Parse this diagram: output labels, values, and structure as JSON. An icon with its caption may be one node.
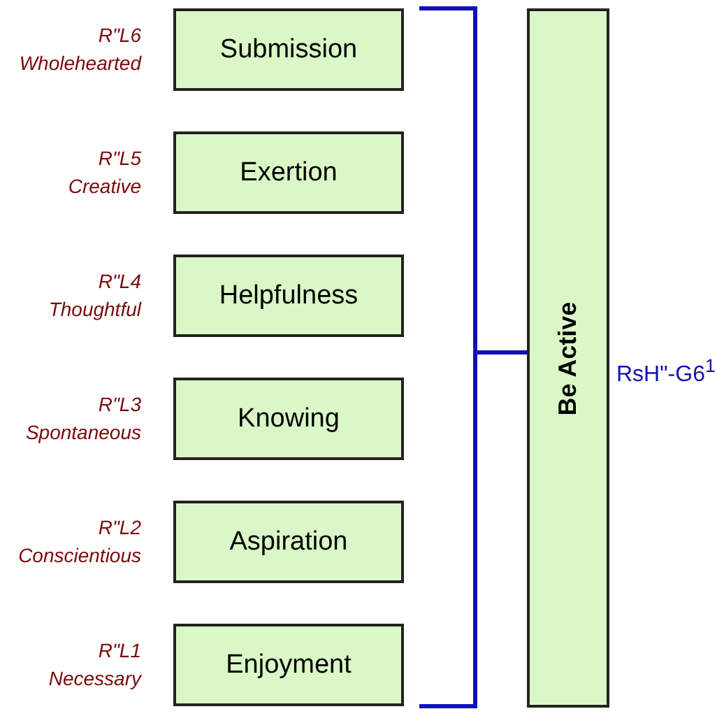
{
  "diagram": {
    "nodes": [
      {
        "text": [
          "Submission"
        ],
        "beside": [
          "R\"L6",
          "Wholehearted"
        ]
      },
      {
        "text": [
          "Exertion"
        ],
        "beside": [
          "R\"L5",
          "Creative"
        ]
      },
      {
        "text": [
          "Helpfulness"
        ],
        "beside": [
          "R\"L4",
          "Thoughtful"
        ]
      },
      {
        "text": [
          "Knowing"
        ],
        "beside": [
          "R\"L3",
          "Spontaneous"
        ]
      },
      {
        "text": [
          "Aspiration"
        ],
        "beside": [
          "R\"L2",
          "Conscientious"
        ]
      },
      {
        "text": [
          "Enjoyment"
        ],
        "beside": [
          "R\"L1",
          "Necessary"
        ]
      },
      {
        "text": [
          "Be Active"
        ],
        "beside": [
          "RsH\"-G6$^{1}$"
        ]
      }
    ]
  }
}
